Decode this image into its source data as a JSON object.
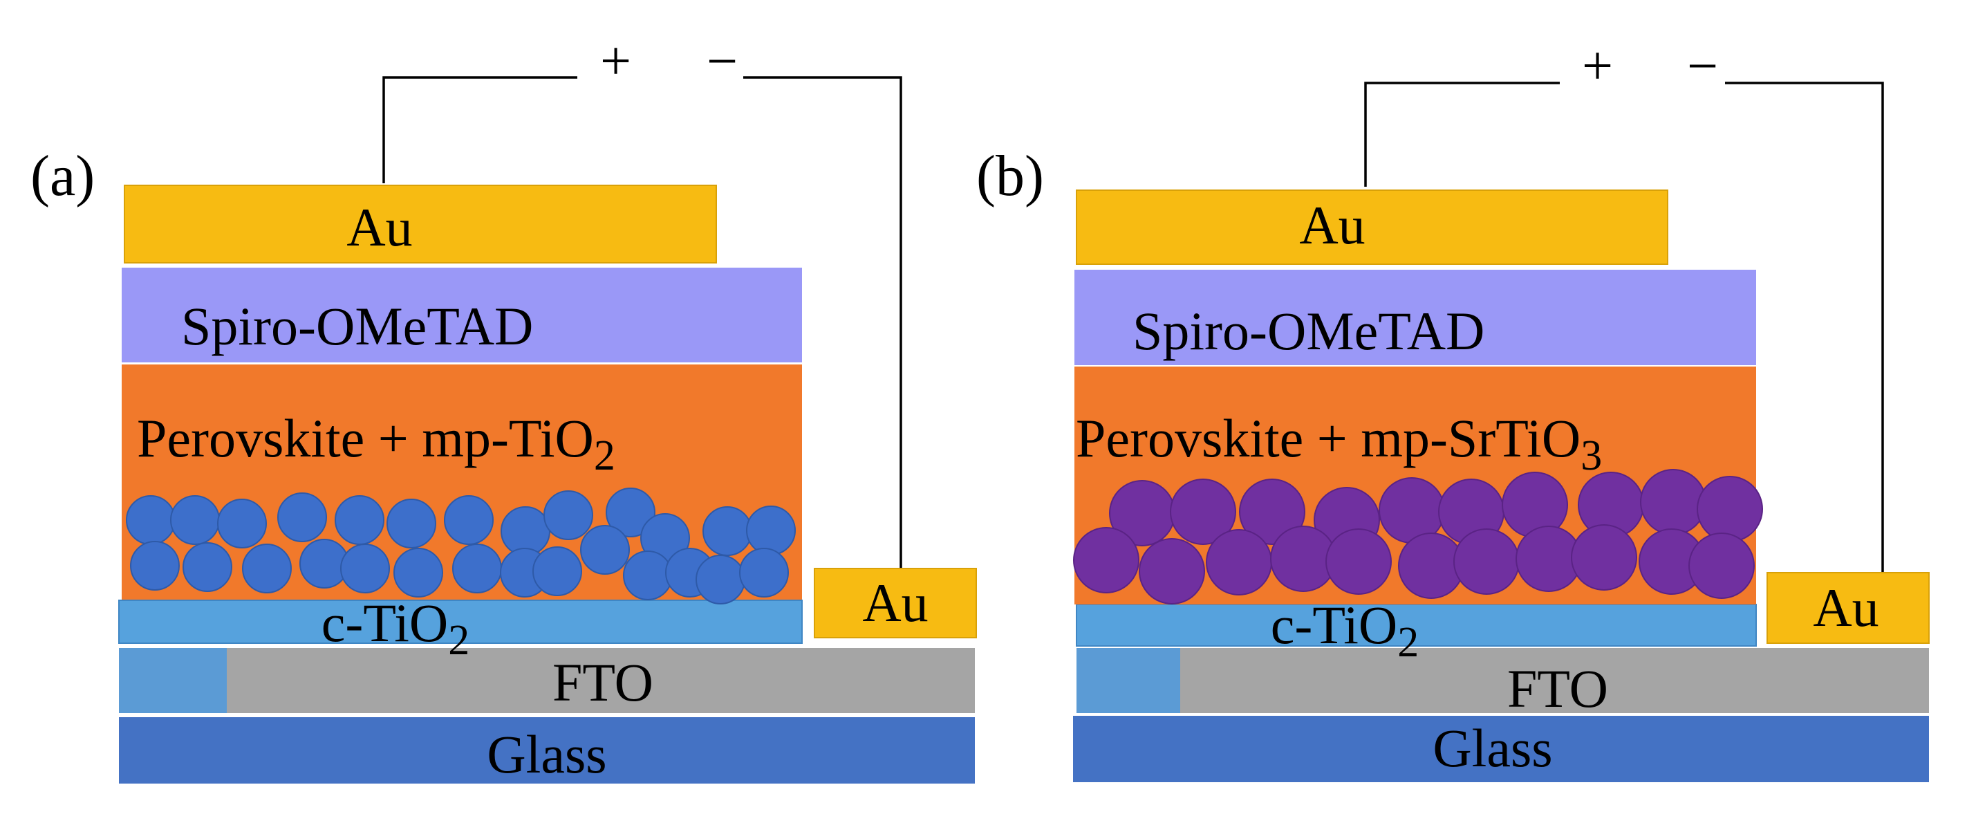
{
  "colors": {
    "au": "#f7bb12",
    "au_edge": "#d9a108",
    "spiro": "#9a98f7",
    "perovskite": "#f1792b",
    "ctio2": "#56a2dd",
    "fto": "#a5a5a5",
    "fto_left": "#5b9bd5",
    "glass": "#4472c4",
    "tio2_particle": "#3d6fcb",
    "srtio3_particle": "#7030a0",
    "wire": "#000000"
  },
  "panels": [
    {
      "label": "(a)",
      "plus": "+",
      "minus": "−",
      "layers": {
        "au_top": "Au",
        "spiro": "Spiro-OMeTAD",
        "perovskite_main": "Perovskite + mp-TiO",
        "perovskite_sub": "2",
        "ctio2_main": "c-TiO",
        "ctio2_sub": "2",
        "au_side": "Au",
        "fto": "FTO",
        "glass": "Glass"
      },
      "particle_icon": "tio2-nanoparticle-icon"
    },
    {
      "label": "(b)",
      "plus": "+",
      "minus": "−",
      "layers": {
        "au_top": "Au",
        "spiro": "Spiro-OMeTAD",
        "perovskite_main": "Perovskite + mp-SrTiO",
        "perovskite_sub": "3",
        "ctio2_main": "c-TiO",
        "ctio2_sub": "2",
        "au_side": "Au",
        "fto": "FTO",
        "glass": "Glass"
      },
      "particle_icon": "srtio3-nanoparticle-icon"
    }
  ]
}
